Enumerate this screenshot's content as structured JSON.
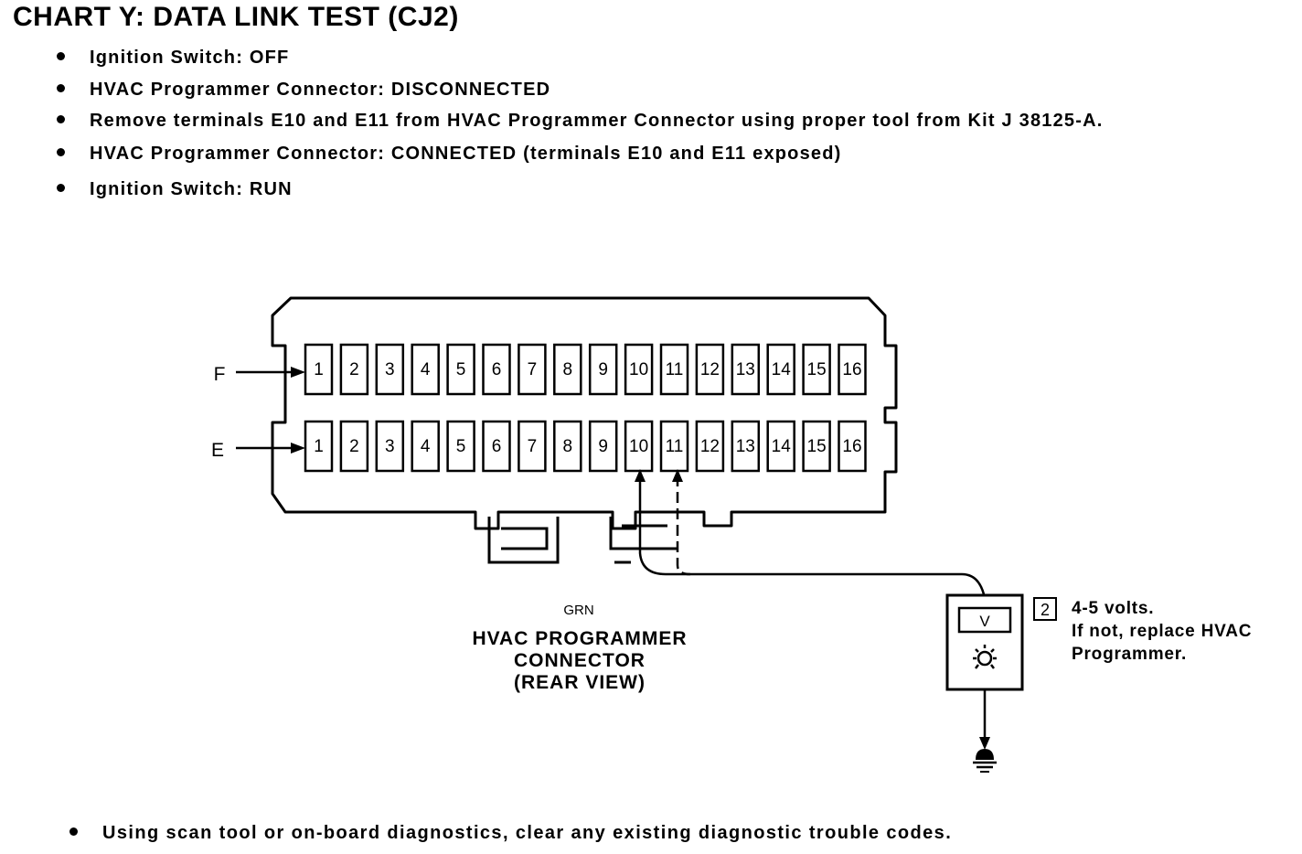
{
  "title": "CHART Y: DATA LINK TEST (CJ2)",
  "steps": [
    "Ignition Switch: OFF",
    "HVAC Programmer Connector: DISCONNECTED",
    "Remove terminals E10 and E11 from HVAC Programmer Connector using proper tool from Kit J 38125-A.",
    "HVAC Programmer Connector: CONNECTED (terminals E10 and E11 exposed)",
    "Ignition Switch: RUN"
  ],
  "connector": {
    "row_labels": [
      "F",
      "E"
    ],
    "terminals": [
      "1",
      "2",
      "3",
      "4",
      "5",
      "6",
      "7",
      "8",
      "9",
      "10",
      "11",
      "12",
      "13",
      "14",
      "15",
      "16"
    ],
    "wire_color": "GRN",
    "caption": [
      "HVAC PROGRAMMER",
      "CONNECTOR",
      "(REAR VIEW)"
    ]
  },
  "meter": {
    "display": "V",
    "step_number": "2",
    "result_lines": [
      "4-5 volts.",
      "If not, replace HVAC",
      "Programmer."
    ]
  },
  "footer": "Using scan tool or on-board diagnostics, clear any existing diagnostic trouble codes."
}
